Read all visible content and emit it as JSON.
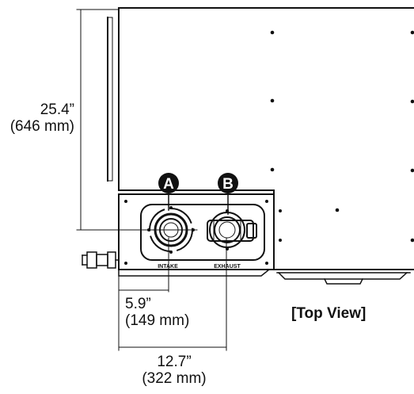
{
  "diagram": {
    "view_label": "[Top View]",
    "callout_a": "A",
    "callout_b": "B",
    "port_a_label": "INTAKE",
    "port_b_label": "EXHAUST",
    "dimensions": {
      "height_in": "25.4”",
      "height_mm": "(646 mm)",
      "intake_in": "5.9”",
      "intake_mm": "(149 mm)",
      "exhaust_in": "12.7”",
      "exhaust_mm": "(322 mm)"
    }
  }
}
